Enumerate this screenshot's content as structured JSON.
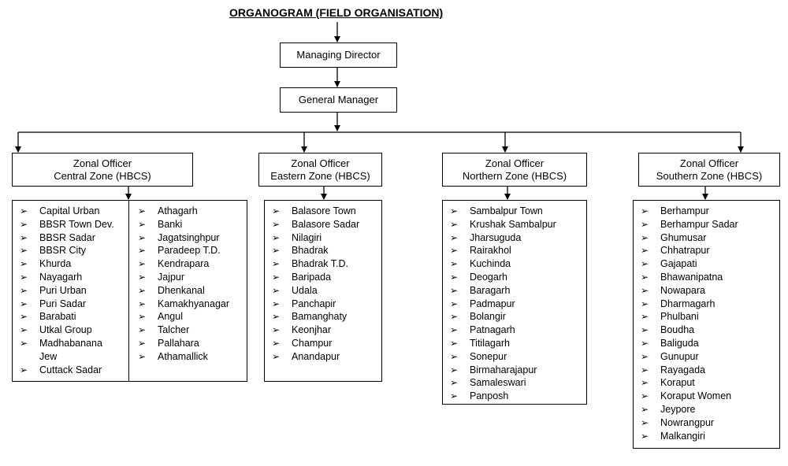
{
  "title": "ORGANOGRAM (FIELD ORGANISATION)",
  "managing_director": "Managing Director",
  "general_manager": "General Manager",
  "zones": {
    "central": {
      "line1": "Zonal Officer",
      "line2": "Central Zone (HBCS)",
      "col1": [
        "Capital Urban",
        "BBSR Town Dev.",
        "BBSR Sadar",
        "BBSR City",
        "Khurda",
        "Nayagarh",
        "Puri Urban",
        "Puri Sadar",
        "Barabati",
        "Utkal Group",
        "Madhabanana Jew",
        "Cuttack Sadar"
      ],
      "col2": [
        "Athagarh",
        "Banki",
        "Jagatsinghpur",
        "Paradeep T.D.",
        "Kendrapara",
        "Jajpur",
        "Dhenkanal",
        "Kamakhyanagar",
        "Angul",
        "Talcher",
        "Pallahara",
        "Athamallick"
      ]
    },
    "eastern": {
      "line1": "Zonal Officer",
      "line2": "Eastern Zone (HBCS)",
      "items": [
        "Balasore Town",
        "Balasore Sadar",
        "Nilagiri",
        "Bhadrak",
        "Bhadrak T.D.",
        "Baripada",
        "Udala",
        "Panchapir",
        "Bamanghaty",
        "Keonjhar",
        "Champur",
        "Anandapur"
      ]
    },
    "northern": {
      "line1": "Zonal Officer",
      "line2": "Northern   Zone (HBCS)",
      "items": [
        "Sambalpur Town",
        "Krushak Sambalpur",
        "Jharsuguda",
        "Rairakhol",
        "Kuchinda",
        "Deogarh",
        "Baragarh",
        "Padmapur",
        "Bolangir",
        "Patnagarh",
        "Titilagarh",
        "Sonepur",
        "Birmaharajapur",
        "Samaleswari",
        "Panposh"
      ]
    },
    "southern": {
      "line1": "Zonal Officer",
      "line2": "Southern Zone (HBCS)",
      "items": [
        "Berhampur",
        "Berhampur Sadar",
        "Ghumusar",
        "Chhatrapur",
        "Gajapati",
        "Bhawanipatna",
        "Nowapara",
        "Dharmagarh",
        "Phulbani",
        "Boudha",
        "Baliguda",
        "Gunupur",
        "Rayagada",
        "Koraput",
        "Koraput Women",
        "Jeypore",
        "Nowrangpur",
        "Malkangiri"
      ]
    }
  }
}
